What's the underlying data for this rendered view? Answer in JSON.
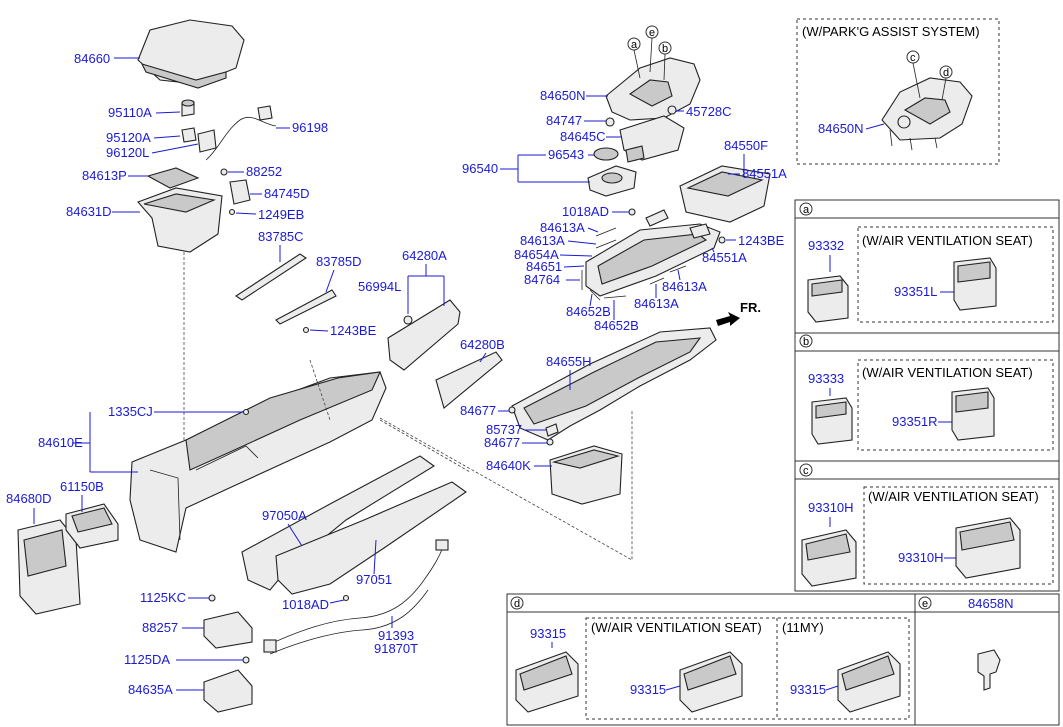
{
  "colors": {
    "label": "#1a1ad6",
    "line": "#1a1ad6",
    "frame": "#333333"
  },
  "labels": {
    "p84660": "84660",
    "p95110A": "95110A",
    "p95120A": "95120A",
    "p96120L": "96120L",
    "p96198": "96198",
    "p88252": "88252",
    "p84613P": "84613P",
    "p84745D": "84745D",
    "p84631D": "84631D",
    "p1249EB": "1249EB",
    "p83785C": "83785C",
    "p83785D": "83785D",
    "p1243BE_a": "1243BE",
    "p64280A": "64280A",
    "p56994L": "56994L",
    "p64280B": "64280B",
    "p1335CJ": "1335CJ",
    "p84610E": "84610E",
    "p84680D": "84680D",
    "p61150B": "61150B",
    "p97050A": "97050A",
    "p97051": "97051",
    "p1018AD_a": "1018AD",
    "p1125KC": "1125KC",
    "p88257": "88257",
    "p1125DA": "1125DA",
    "p84635A": "84635A",
    "p91393": "91393",
    "p91870T": "91870T",
    "p84650N": "84650N",
    "p84747": "84747",
    "p45728C": "45728C",
    "p84645C": "84645C",
    "p96540": "96540",
    "p96543": "96543",
    "p84550F": "84550F",
    "p84551A_a": "84551A",
    "p1018AD_b": "1018AD",
    "p84613A_a": "84613A",
    "p84613A_b": "84613A",
    "p84654A": "84654A",
    "p84651": "84651",
    "p84764": "84764",
    "p1243BE_b": "1243BE",
    "p84551A_b": "84551A",
    "p84613A_c": "84613A",
    "p84652B_a": "84652B",
    "p84652B_b": "84652B",
    "p84613A_d": "84613A",
    "p84655H": "84655H",
    "p84677_a": "84677",
    "p85737": "85737",
    "p84677_b": "84677",
    "p84640K": "84640K",
    "fr": "FR.",
    "park_title": "(W/PARK'G ASSIST SYSTEM)",
    "park_84650N": "84650N",
    "a_letter": "a",
    "b_letter": "b",
    "c_letter": "c",
    "d_letter": "d",
    "e_letter": "e",
    "vent_title": "(W/AIR VENTILATION SEAT)",
    "my_title": "(11MY)",
    "a_93332": "93332",
    "a_93351L": "93351L",
    "b_93333": "93333",
    "b_93351R": "93351R",
    "c_93310H_a": "93310H",
    "c_93310H_b": "93310H",
    "d_93315_a": "93315",
    "d_93315_b": "93315",
    "d_93315_c": "93315",
    "e_84658N": "84658N"
  }
}
